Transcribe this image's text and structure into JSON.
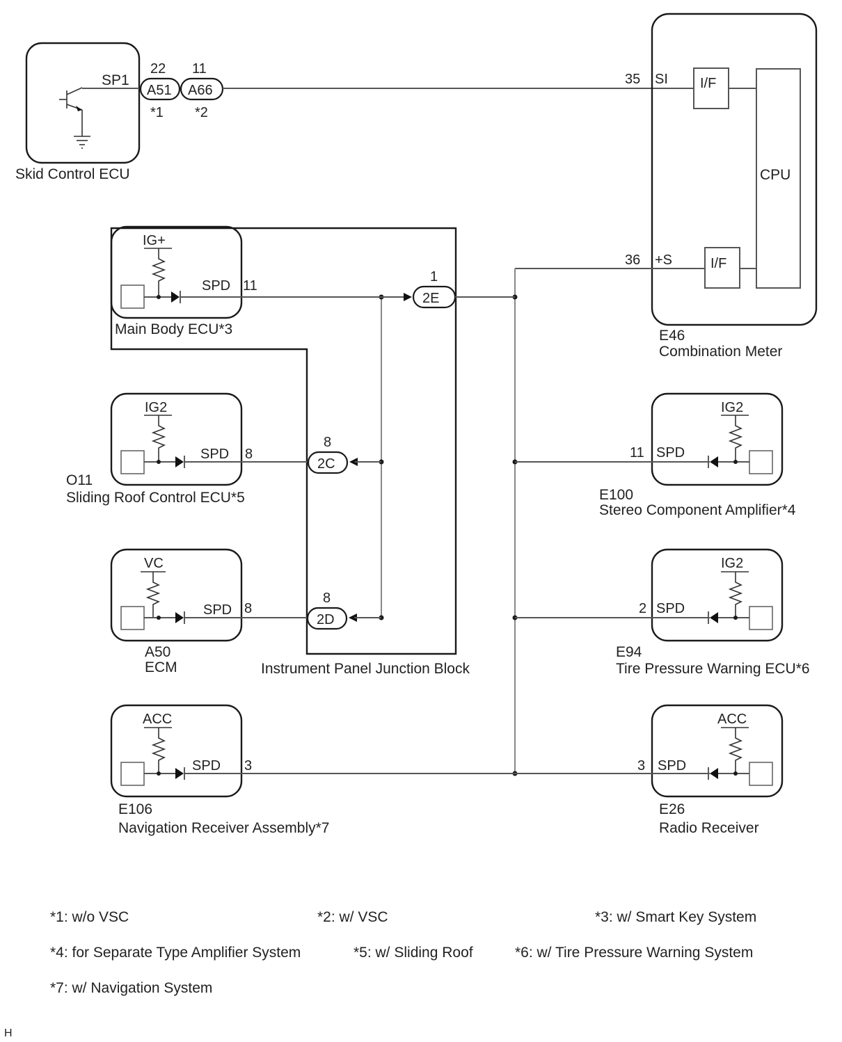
{
  "diagram": {
    "skid_ecu": {
      "name": "Skid Control ECU",
      "pin": "SP1"
    },
    "connectors_top": [
      {
        "id": "A51",
        "pin": "22",
        "note": "*1"
      },
      {
        "id": "A66",
        "pin": "11",
        "note": "*2"
      }
    ],
    "meter": {
      "code": "E46",
      "name": "Combination Meter",
      "pin_si_num": "35",
      "pin_si": "SI",
      "pin_s_num": "36",
      "pin_s": "+S",
      "if_label": "I/F",
      "cpu_label": "CPU"
    },
    "main_body": {
      "name": "Main Body ECU*3",
      "supply": "IG+",
      "pin": "SPD",
      "pin_num": "11"
    },
    "junction_block": {
      "name": "Instrument Panel Junction Block",
      "connectors": [
        {
          "id": "2E",
          "pin": "1"
        },
        {
          "id": "2C",
          "pin": "8"
        },
        {
          "id": "2D",
          "pin": "8"
        }
      ]
    },
    "sliding_roof": {
      "code": "O11",
      "name": "Sliding Roof Control ECU*5",
      "supply": "IG2",
      "pin": "SPD",
      "pin_num": "8"
    },
    "ecm": {
      "code": "A50",
      "name": "ECM",
      "supply": "VC",
      "pin": "SPD",
      "pin_num": "8"
    },
    "navigation": {
      "code": "E106",
      "name": "Navigation Receiver Assembly*7",
      "supply": "ACC",
      "pin": "SPD",
      "pin_num": "3"
    },
    "stereo_amp": {
      "code": "E100",
      "name": "Stereo Component Amplifier*4",
      "supply": "IG2",
      "pin": "SPD",
      "pin_num": "11"
    },
    "tpw_ecu": {
      "code": "E94",
      "name": "Tire Pressure Warning ECU*6",
      "supply": "IG2",
      "pin": "SPD",
      "pin_num": "2"
    },
    "radio": {
      "code": "E26",
      "name": "Radio Receiver",
      "supply": "ACC",
      "pin": "SPD",
      "pin_num": "3"
    }
  },
  "footnotes": [
    "*1: w/o VSC",
    "*2: w/ VSC",
    "*3: w/ Smart Key System",
    "*4: for Separate Type Amplifier System",
    "*5: w/ Sliding Roof",
    "*6: w/ Tire Pressure Warning System",
    "*7: w/ Navigation System"
  ],
  "corner_mark": "H"
}
